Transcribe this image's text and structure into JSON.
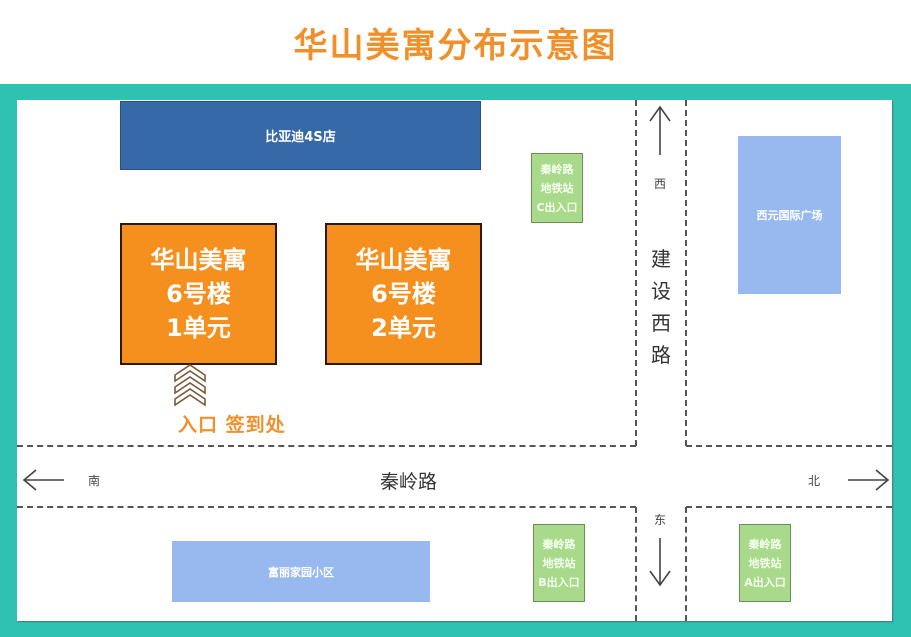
{
  "title": "华山美寓分布示意图",
  "colors": {
    "title": "#F0902A",
    "frame": "#2FC2B3",
    "building": "#F5901E",
    "dealer": "#3569A8",
    "landmark": "#97B9F0",
    "metro": "#A9D98A"
  },
  "landmarks": {
    "byd": "比亚迪4S店",
    "xiyuan_plaza": "西元国际广场",
    "fuli_community": "富丽家园小区"
  },
  "metro_exits": [
    {
      "line1": "秦岭路",
      "line2": "地铁站",
      "line3": "C出入口"
    },
    {
      "line1": "秦岭路",
      "line2": "地铁站",
      "line3": "B出入口"
    },
    {
      "line1": "秦岭路",
      "line2": "地铁站",
      "line3": "A出入口"
    }
  ],
  "buildings": [
    {
      "line1": "华山美寓",
      "line2": "6号楼",
      "line3": "1单元"
    },
    {
      "line1": "华山美寓",
      "line2": "6号楼",
      "line3": "2单元"
    }
  ],
  "entrance": {
    "label": "入口 签到处",
    "icon": "chevrons-up-icon"
  },
  "roads": {
    "horizontal": "秦岭路",
    "vertical": [
      "建",
      "设",
      "西",
      "路"
    ]
  },
  "directions": {
    "west": "西",
    "east": "东",
    "south": "南",
    "north": "北"
  }
}
